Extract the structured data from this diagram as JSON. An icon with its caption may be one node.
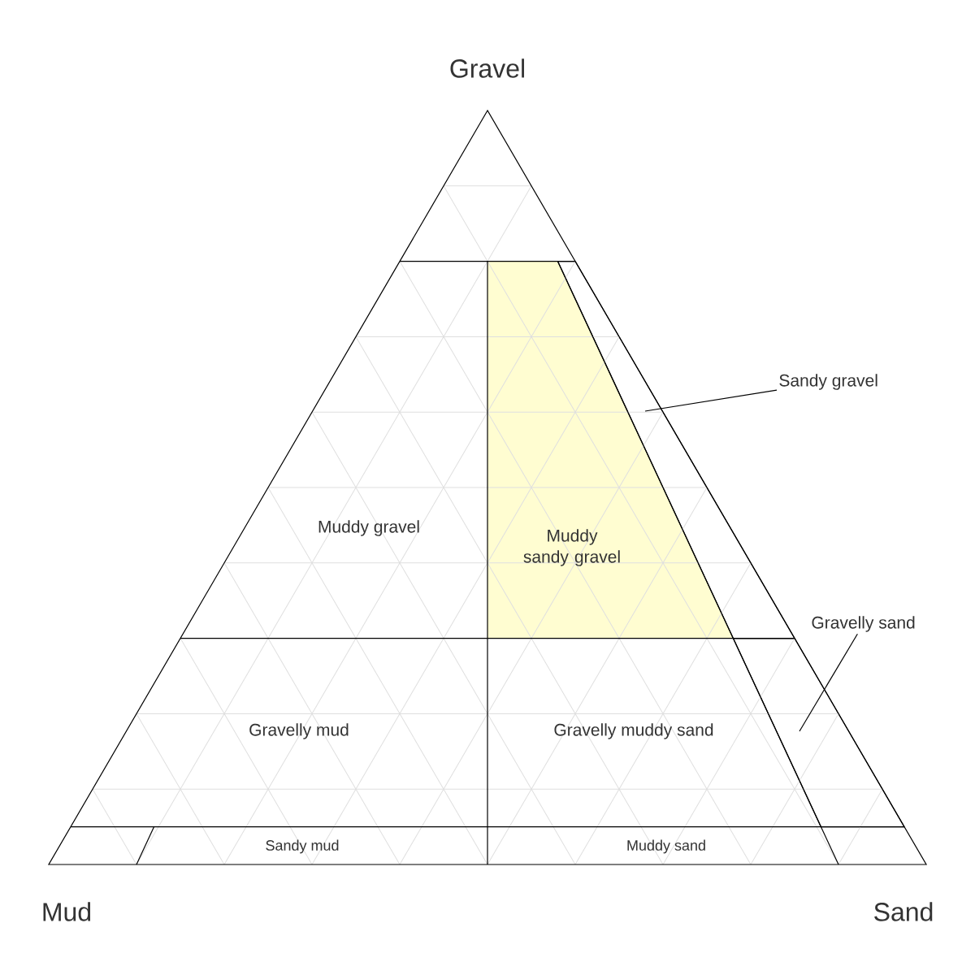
{
  "diagram": {
    "nodes": [
      {
        "text": [
          "Sandy gravel"
        ]
      },
      {
        "text": [
          "Muddy sandy gravel"
        ]
      },
      {
        "text": [
          "Gravelly sand"
        ]
      },
      {
        "text": [],
        "shape": "band"
      },
      {
        "text": [],
        "shape": "band"
      }
    ],
    "edges": [
      {
        "from": 0,
        "to": 3,
        "arrow": "none"
      },
      {
        "from": 2,
        "to": 4,
        "arrow": "none"
      }
    ],
    "labels": [
      "Gravel",
      "Muddy gravel",
      "Gravelly mud",
      "Gravelly muddy sand",
      "Sandy mud",
      "Muddy sand",
      "Mud",
      "Sand"
    ]
  }
}
